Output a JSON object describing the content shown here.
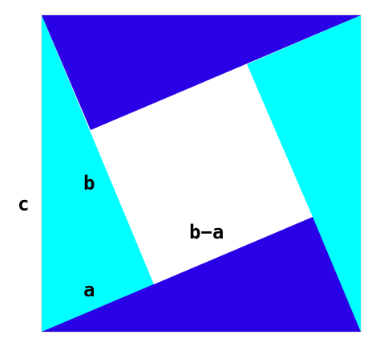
{
  "labels": {
    "c": "c",
    "b": "b",
    "a": "a",
    "b_minus_a": "b−a"
  },
  "colors": {
    "light_triangle": "#00FFFF",
    "dark_triangle": "#2A00E6",
    "background": "#FFFFFF",
    "outline": "#BFBFBF"
  }
}
